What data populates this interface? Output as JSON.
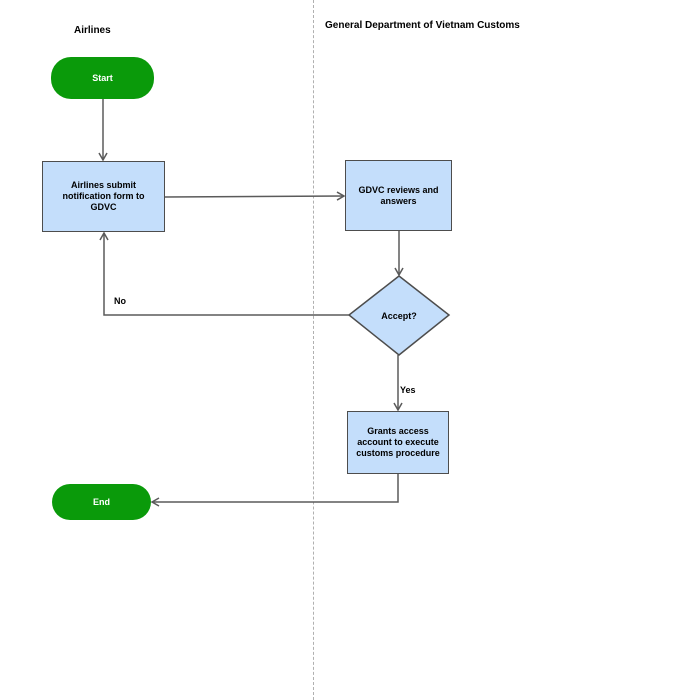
{
  "lanes": {
    "airlines": "Airlines",
    "gdvc": "General Department of Vietnam Customs"
  },
  "nodes": {
    "start": "Start",
    "submit": "Airlines submit notification form to GDVC",
    "review": "GDVC reviews and answers",
    "decision": "Accept?",
    "grant": "Grants access account to execute customs procedure",
    "end": "End"
  },
  "edges": {
    "no": "No",
    "yes": "Yes"
  },
  "colors": {
    "terminal": "#0a9a0a",
    "process_fill": "#c4defb",
    "stroke": "#4d4d4d"
  }
}
